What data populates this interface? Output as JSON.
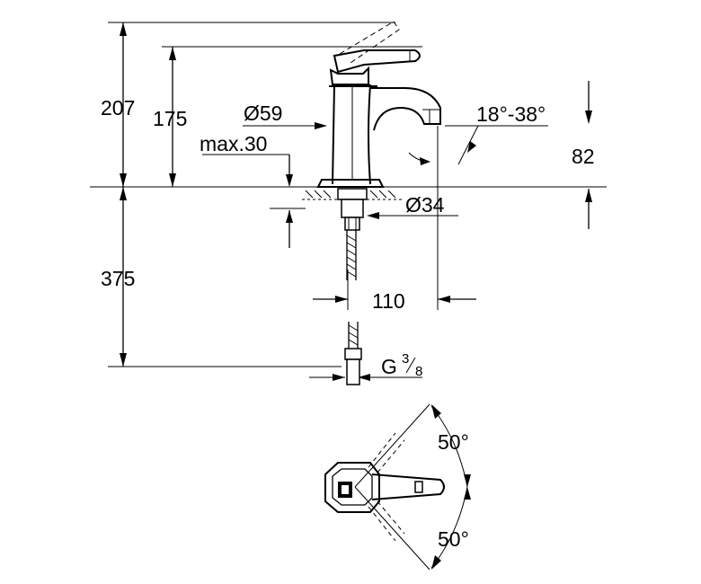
{
  "dimensions": {
    "total_height": "207",
    "spout_height": "175",
    "body_diameter": "Ø59",
    "deck_thickness": "max.30",
    "swivel_angle": "18°-38°",
    "outlet_height": "82",
    "hole_diameter": "Ø34",
    "hose_length": "375",
    "spout_reach": "110",
    "connection_prefix": "G",
    "connection_num": "3",
    "connection_den": "8",
    "rotation_upper": "50°",
    "rotation_lower": "50°"
  }
}
